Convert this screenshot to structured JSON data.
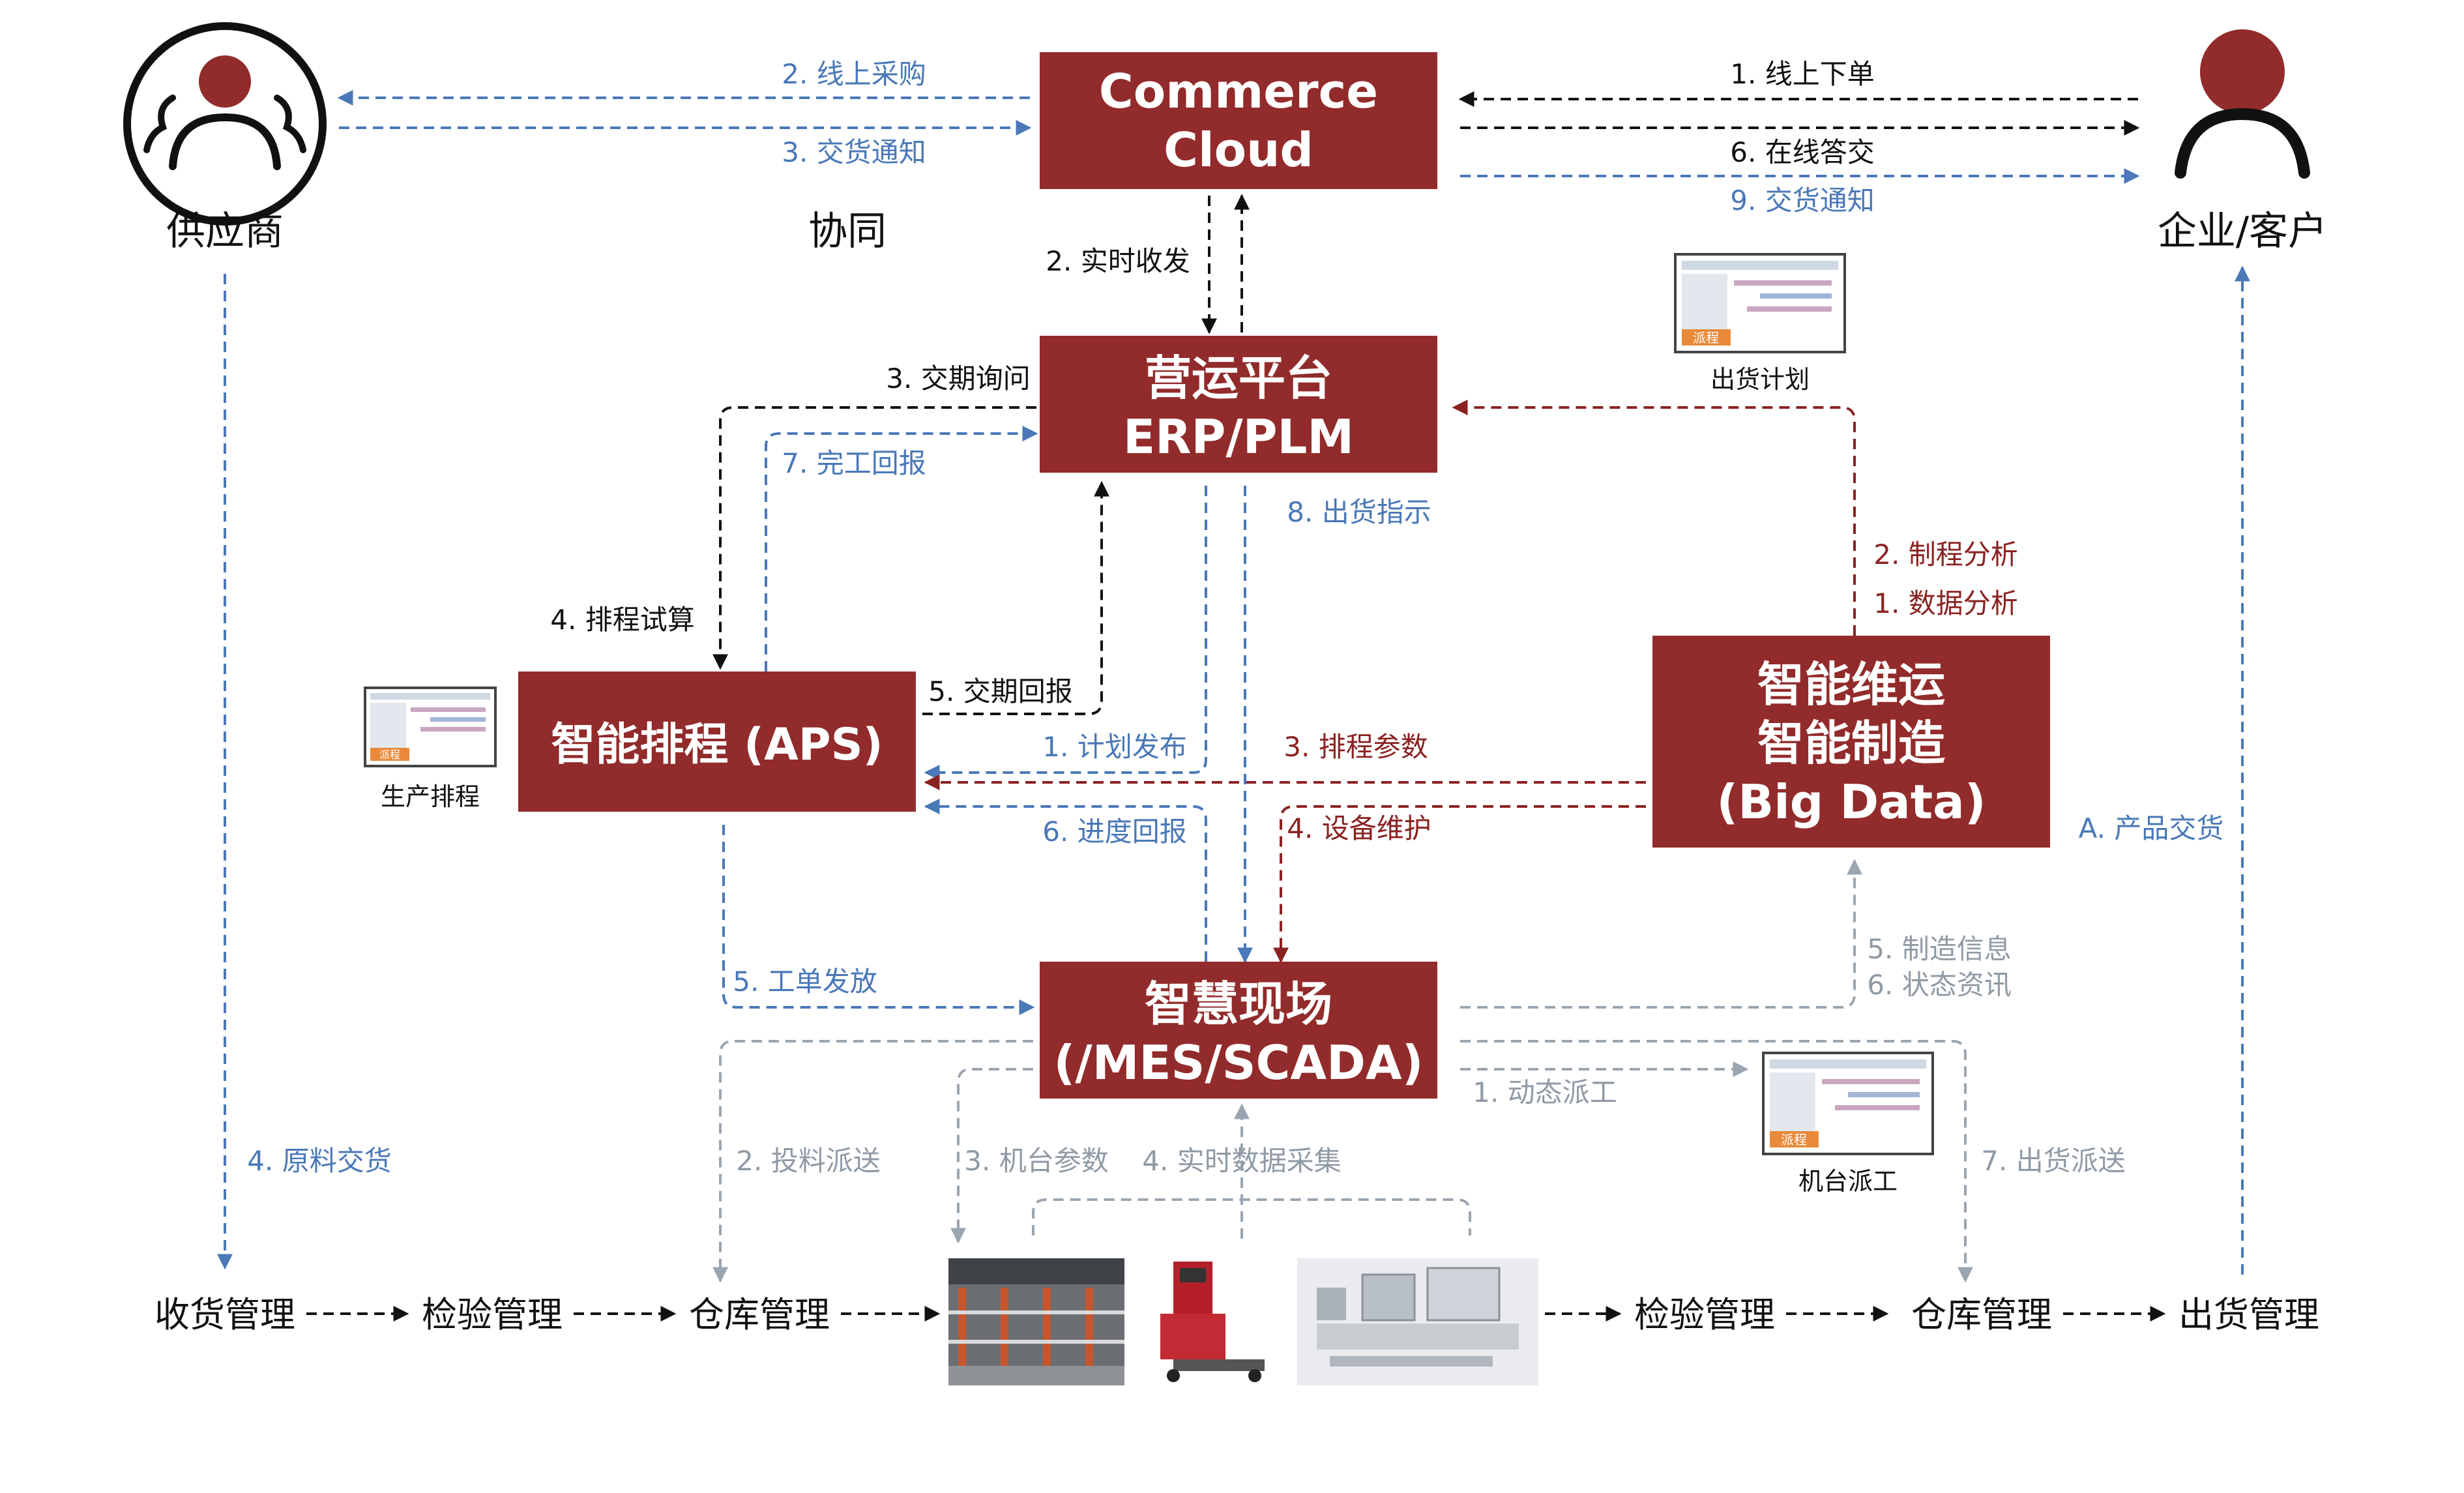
{
  "nodes": {
    "commerce_cloud": {
      "line1": "Commerce",
      "line2": "Cloud"
    },
    "erp_plm": {
      "line1": "营运平台",
      "line2": "ERP/PLM"
    },
    "aps": {
      "line1": "智能排程 (APS)"
    },
    "big_data": {
      "line1": "智能维运",
      "line2": "智能制造",
      "line3": "(Big Data)"
    },
    "mes_scada": {
      "line1": "智慧现场",
      "line2": "(/MES/SCADA)"
    }
  },
  "actors": {
    "supplier": "供应商",
    "collaboration": "协同",
    "customer": "企业/客户"
  },
  "thumbnails": {
    "shipping_plan": "出货计划",
    "production_schedule": "生产排程",
    "machine_dispatch": "机台派工",
    "thumb_tag": "派程"
  },
  "edges": {
    "supplier_purchase": "2. 线上采购",
    "supplier_delivery_notice": "3. 交货通知",
    "customer_order": "1. 线上下单",
    "customer_online_reply": "6. 在线答交",
    "customer_delivery_notice": "9. 交货通知",
    "realtime_sync": "2. 实时收发",
    "delivery_inquiry": "3. 交期询问",
    "completion_report": "7. 完工回报",
    "schedule_trial": "4. 排程试算",
    "delivery_date_report": "5. 交期回报",
    "plan_release": "1. 计划发布",
    "schedule_params": "3. 排程参数",
    "progress_report": "6. 进度回报",
    "equipment_maintenance": "4. 设备维护",
    "shipping_instruction": "8. 出货指示",
    "process_analysis": "2. 制程分析",
    "data_analysis": "1. 数据分析",
    "work_order_release": "5. 工单发放",
    "manufacturing_info": "5. 制造信息",
    "status_info": "6. 状态资讯",
    "dynamic_dispatch": "1. 动态派工",
    "material_dispatch": "2. 投料派送",
    "machine_params": "3. 机台参数",
    "realtime_data": "4. 实时数据采集",
    "shipping_dispatch": "7. 出货派送",
    "raw_material_delivery": "4. 原料交货",
    "product_delivery": "A. 产品交货"
  },
  "flow": {
    "receiving": "收货管理",
    "inspection_1": "检验管理",
    "warehouse_1": "仓库管理",
    "inspection_2": "检验管理",
    "warehouse_2": "仓库管理",
    "shipping": "出货管理"
  },
  "icons": [
    "supplier-group-icon",
    "customer-person-icon",
    "schedule-thumbnail-icon",
    "warehouse-rack-photo",
    "agv-robot-photo",
    "production-line-photo"
  ],
  "colors": {
    "box": "#922b2b",
    "black_edge": "#111111",
    "blue_edge": "#4a78b8",
    "red_edge": "#8b2222",
    "gray_edge": "#9aa5b1"
  }
}
